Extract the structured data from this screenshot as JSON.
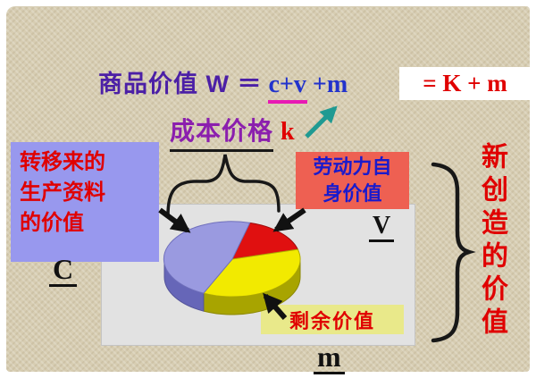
{
  "formula": {
    "lhs": "商品价值 W ＝",
    "cv": "c+v",
    "vm": "+m",
    "rhs": "= K + m"
  },
  "cost_price": {
    "label": "成本价格",
    "symbol": "k"
  },
  "boxes": {
    "transferred": "转移来的\n生产资料\n的价值",
    "labor": "劳动力自\n身价值",
    "surplus": "剩余价值"
  },
  "labels": {
    "c": "C",
    "v": "V",
    "m": "m"
  },
  "new_value": "新创造的价值",
  "pie": {
    "slices": [
      {
        "name": "c-transferred-value",
        "color": "#9a9ae0",
        "share": 0.47
      },
      {
        "name": "v-labor-value",
        "color": "#e01010",
        "share": 0.17
      },
      {
        "name": "m-surplus-value",
        "color": "#f2ea00",
        "share": 0.36
      }
    ]
  },
  "colors": {
    "background": "#d7cdb2",
    "title_purple": "#4b1fa6",
    "formula_blue": "#2233cc",
    "underline_magenta": "#e819b4",
    "red_text": "#e00000",
    "cost_price_purple": "#8b1fae",
    "purple_box": "#9898ee",
    "red_box": "#ee6052",
    "yellow_box": "#e9e98a",
    "panel_gray": "#e2e2e2",
    "teal_arrow": "#1f9a92"
  }
}
